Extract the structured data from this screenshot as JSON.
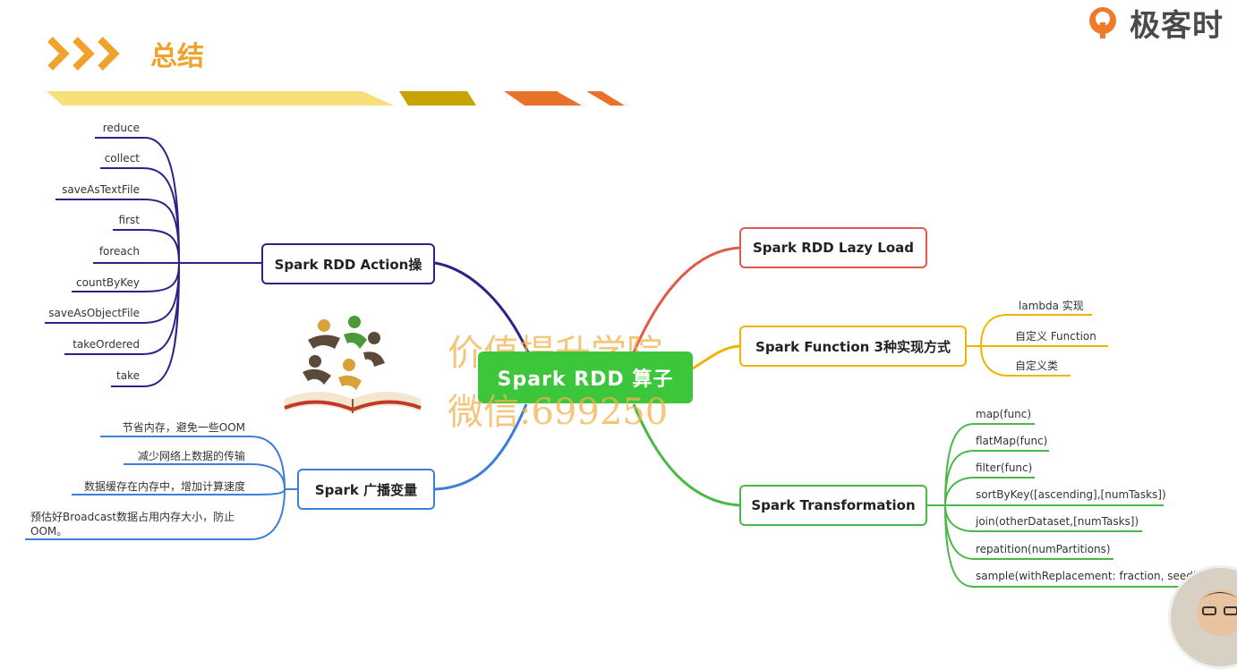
{
  "header": {
    "title": "总结",
    "brand_text": "极客时",
    "chevron_color": "#f0a22a",
    "title_color": "#f0a22a"
  },
  "mindmap": {
    "root": "Spark RDD 算子",
    "branches": {
      "action": {
        "label": "Spark RDD Action操",
        "color": "#2b2388",
        "leaves": [
          "reduce",
          "collect",
          "saveAsTextFile",
          "first",
          "foreach",
          "countByKey",
          "saveAsObjectFile",
          "takeOrdered",
          "take"
        ]
      },
      "broadcast": {
        "label": "Spark 广播变量",
        "color": "#3b7fd6",
        "leaves": [
          "节省内存，避免一些OOM",
          "减少网络上数据的传输",
          "数据缓存在内存中，增加计算速度",
          "预估好Broadcast数据占用内存大小，防止",
          "OOM。"
        ]
      },
      "lazy": {
        "label": "Spark RDD  Lazy Load",
        "color": "#e05a4e"
      },
      "function": {
        "label": "Spark Function 3种实现方式",
        "color": "#f0b400",
        "leaves": [
          "lambda 实现",
          "自定义 Function",
          "自定义类"
        ]
      },
      "transformation": {
        "label": "Spark Transformation",
        "color": "#49b845",
        "leaves": [
          "map(func)",
          "flatMap(func)",
          "filter(func)",
          "sortByKey([ascending],[numTasks])",
          "join(otherDataset,[numTasks])",
          "repatition(numPartitions)",
          "sample(withReplacement: fraction, seed)"
        ]
      }
    }
  },
  "watermark": {
    "line1": "价值提升学院",
    "line2": "微信:699250"
  }
}
